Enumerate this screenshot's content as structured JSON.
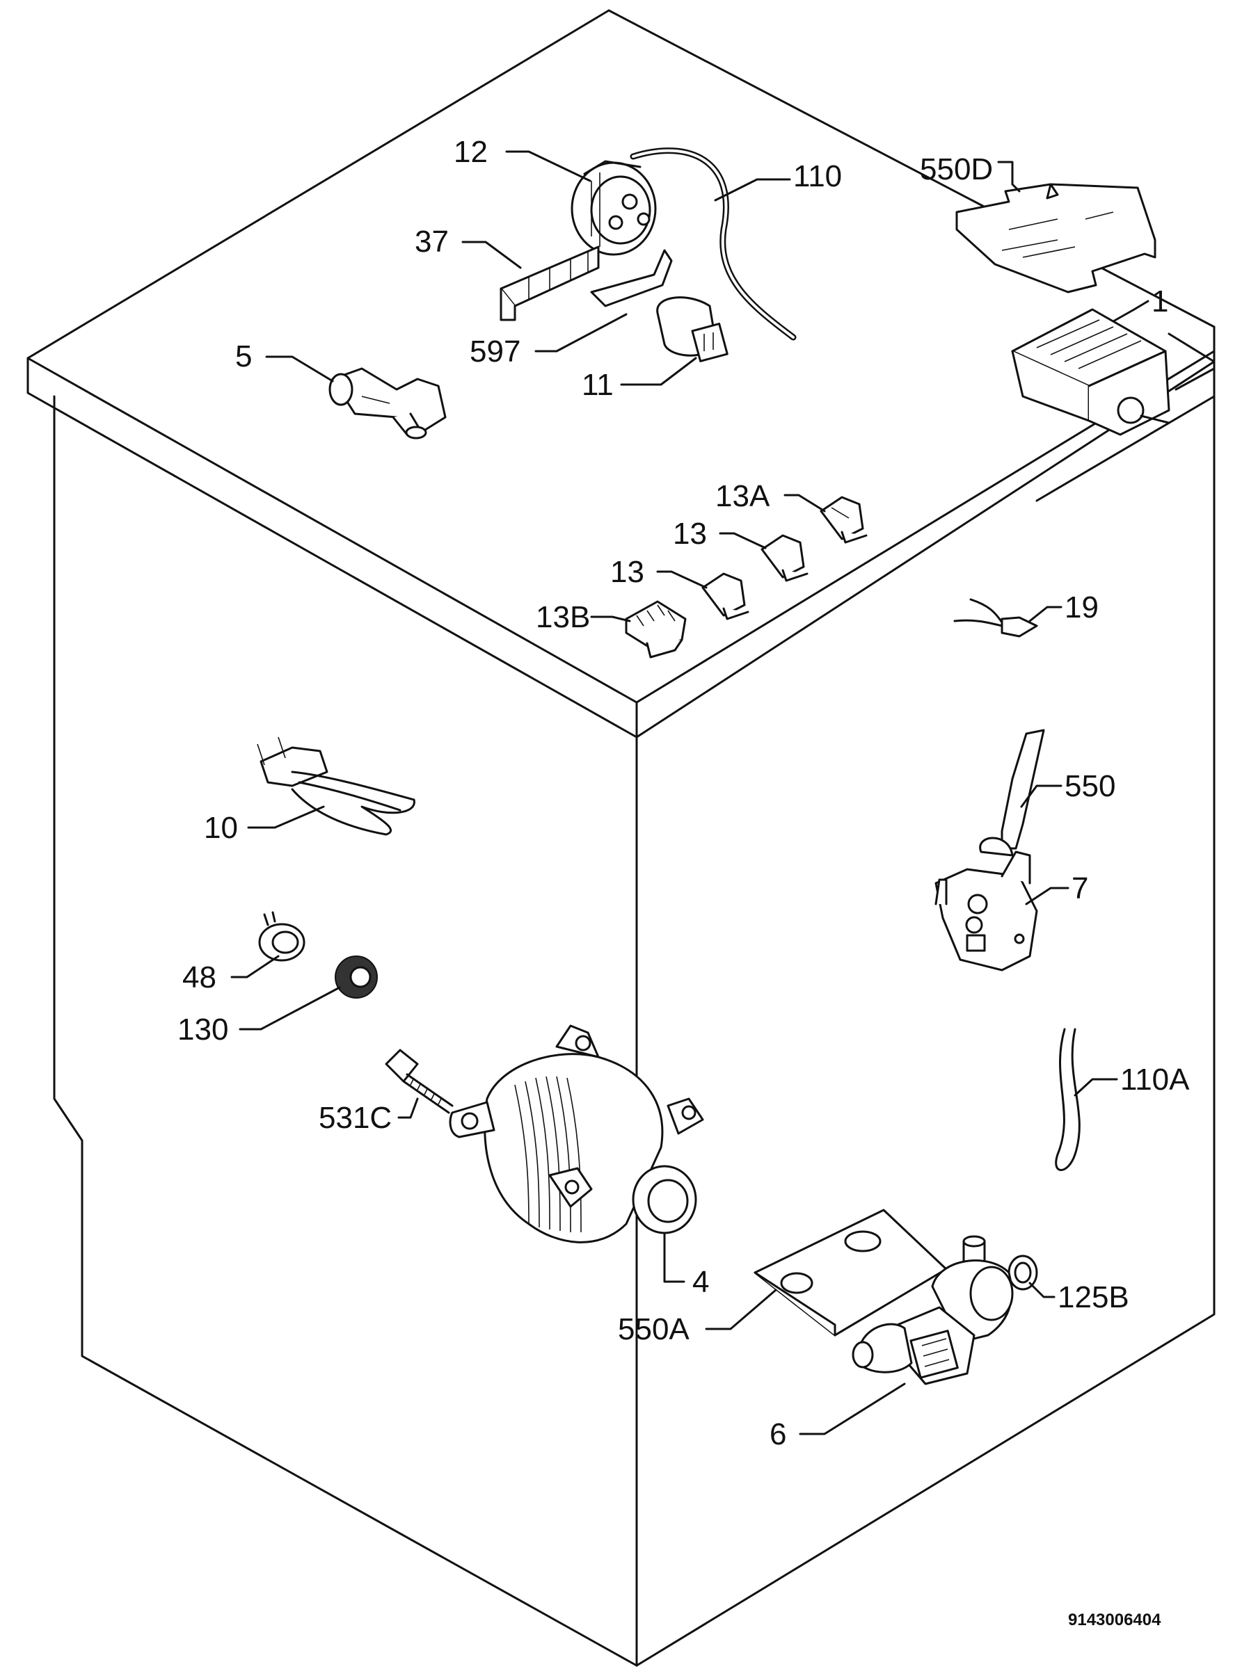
{
  "diagram": {
    "drawing_code": "9143006404",
    "labels": [
      {
        "id": "p12",
        "text": "12"
      },
      {
        "id": "p110",
        "text": "110"
      },
      {
        "id": "p550d",
        "text": "550D"
      },
      {
        "id": "p37",
        "text": "37"
      },
      {
        "id": "p1",
        "text": "1"
      },
      {
        "id": "p5",
        "text": "5"
      },
      {
        "id": "p597",
        "text": "597"
      },
      {
        "id": "p11",
        "text": "11"
      },
      {
        "id": "p13a",
        "text": "13A"
      },
      {
        "id": "p13_1",
        "text": "13"
      },
      {
        "id": "p13_2",
        "text": "13"
      },
      {
        "id": "p13b",
        "text": "13B"
      },
      {
        "id": "p19",
        "text": "19"
      },
      {
        "id": "p550",
        "text": "550"
      },
      {
        "id": "p10",
        "text": "10"
      },
      {
        "id": "p7",
        "text": "7"
      },
      {
        "id": "p48",
        "text": "48"
      },
      {
        "id": "p130",
        "text": "130"
      },
      {
        "id": "p110a",
        "text": "110A"
      },
      {
        "id": "p531c",
        "text": "531C"
      },
      {
        "id": "p4",
        "text": "4"
      },
      {
        "id": "p125b",
        "text": "125B"
      },
      {
        "id": "p550a",
        "text": "550A"
      },
      {
        "id": "p6",
        "text": "6"
      }
    ]
  }
}
